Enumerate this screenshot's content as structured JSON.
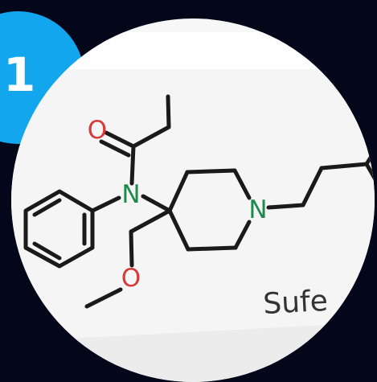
{
  "badge": {
    "number": "1",
    "color": "#12a6ee"
  },
  "molecule": {
    "atoms": {
      "oxygen_carbonyl": "O",
      "nitrogen_amide": "N",
      "nitrogen_ring": "N",
      "oxygen_ether": "O"
    },
    "caption": "Sufe",
    "colors": {
      "bond": "#1a1a1a",
      "oxygen": "#d63a3a",
      "nitrogen": "#1f8a4c"
    }
  }
}
